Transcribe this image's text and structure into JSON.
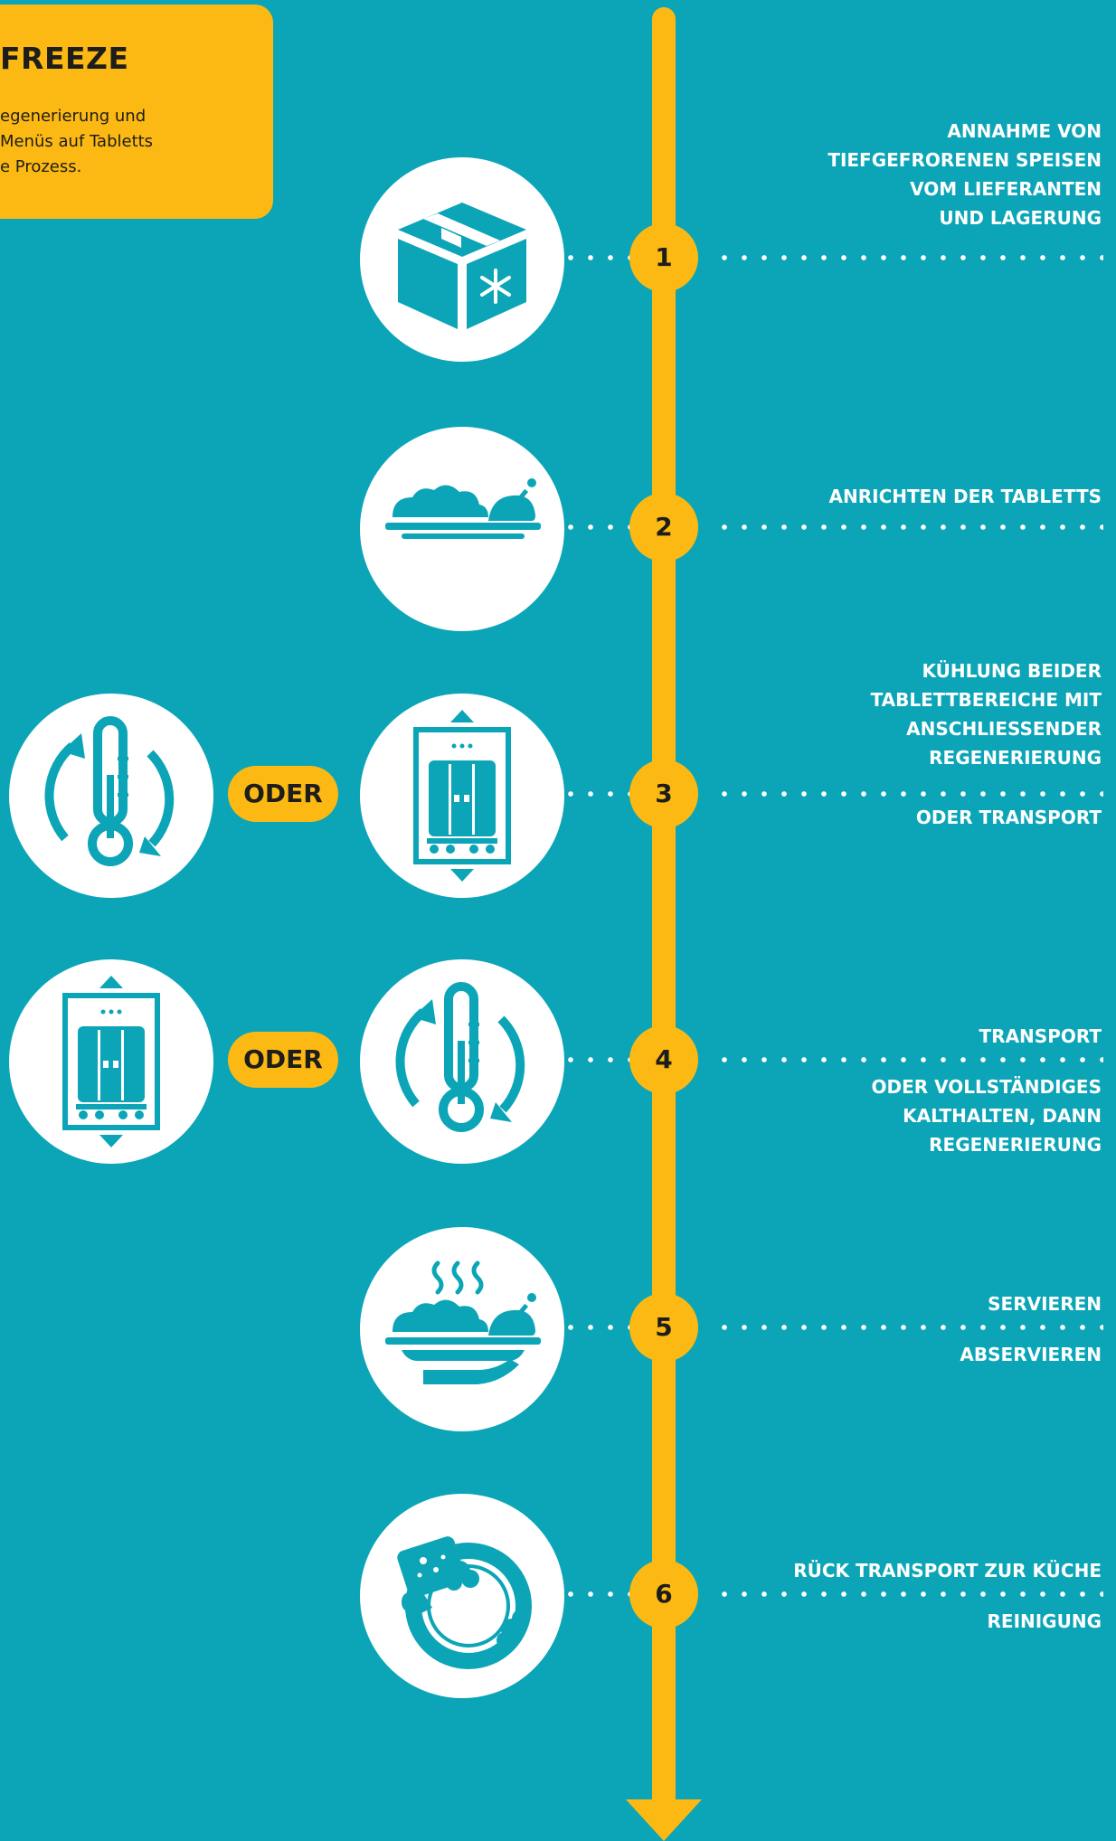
{
  "header": {
    "title": "FREEZE",
    "description": "egenerierung und\n Menüs auf Tabletts\ne Prozess."
  },
  "steps": [
    {
      "number": "1",
      "icon": "frozen-box-icon",
      "label_top": "ANNAHME VON\nTIEFGEFRORENEN SPEISEN\nVOM LIEFERANTEN\nUND LAGERUNG",
      "label_bottom": ""
    },
    {
      "number": "2",
      "icon": "food-tray-icon",
      "label_top": "ANRICHTEN DER TABLETTS",
      "label_bottom": ""
    },
    {
      "number": "3",
      "icon": "transport-cart-icon",
      "alt_icon": "thermometer-cycle-icon",
      "label_top": "KÜHLUNG BEIDER\nTABLETTBEREICHE MIT\nANSCHLIESSENDER\nREGENERIERUNG",
      "label_bottom": "ODER TRANSPORT"
    },
    {
      "number": "4",
      "icon": "thermometer-cycle-icon",
      "alt_icon": "transport-cart-icon",
      "label_top": "TRANSPORT",
      "label_bottom": "ODER VOLLSTÄNDIGES\nKALTHALTEN, DANN\nREGENERIERUNG"
    },
    {
      "number": "5",
      "icon": "serving-hand-icon",
      "label_top": "SERVIEREN",
      "label_bottom": "ABSERVIEREN"
    },
    {
      "number": "6",
      "icon": "dish-washing-icon",
      "label_top": "RÜCK TRANSPORT ZUR KÜCHE",
      "label_bottom": "REINIGUNG"
    }
  ],
  "oder_label": "ODER",
  "colors": {
    "background": "#0ba5b7",
    "accent": "#fdb913",
    "circle": "#ffffff",
    "text_dark": "#1d1d1b"
  }
}
